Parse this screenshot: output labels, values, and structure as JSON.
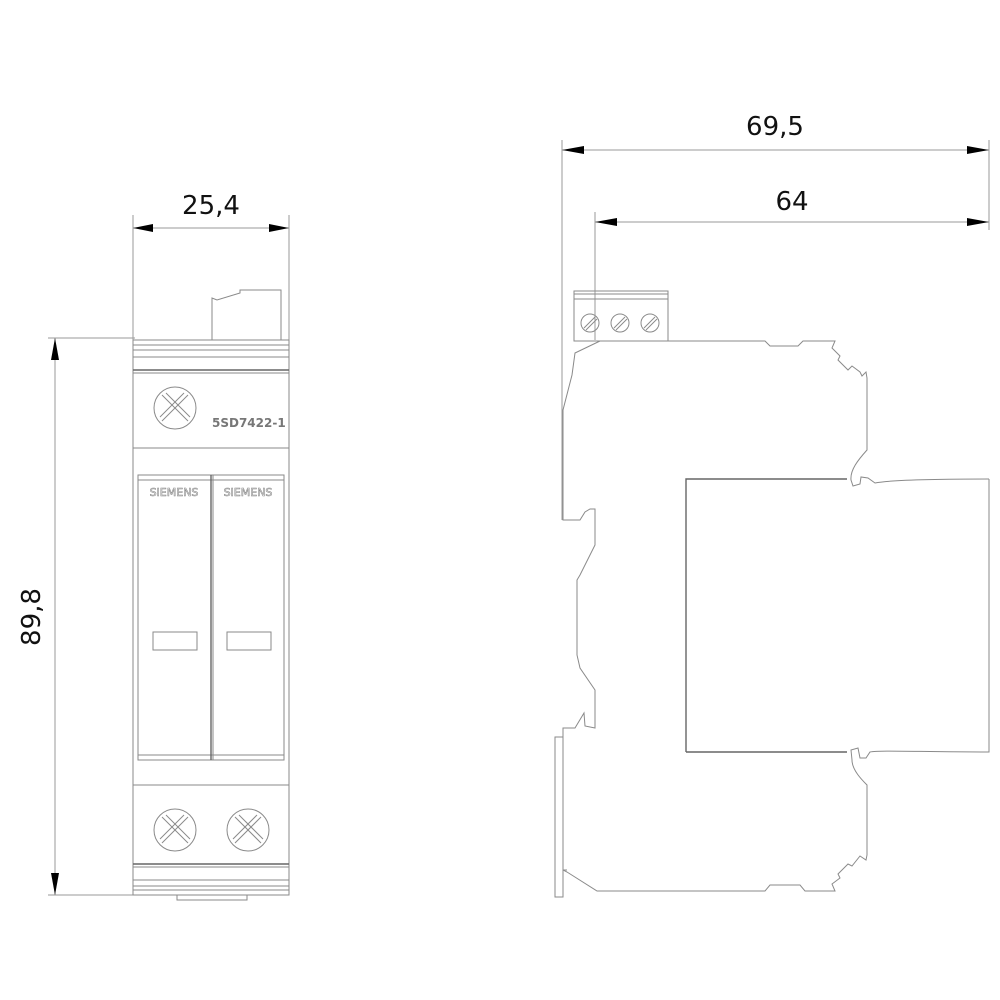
{
  "drawing": {
    "type": "technical dimension drawing",
    "views": [
      "front-view",
      "side-view"
    ]
  },
  "front_view": {
    "model_label": "5SD7422-1",
    "brand_labels": [
      "SIEMENS",
      "SIEMENS"
    ],
    "dimensions": {
      "width": "25,4",
      "height": "89,8"
    }
  },
  "side_view": {
    "dimensions": {
      "overall_depth": "69,5",
      "body_depth": "64"
    }
  },
  "colors": {
    "line": "#8a8a8a",
    "dimension_text": "#111111",
    "arrow": "#000000",
    "background": "#ffffff"
  }
}
